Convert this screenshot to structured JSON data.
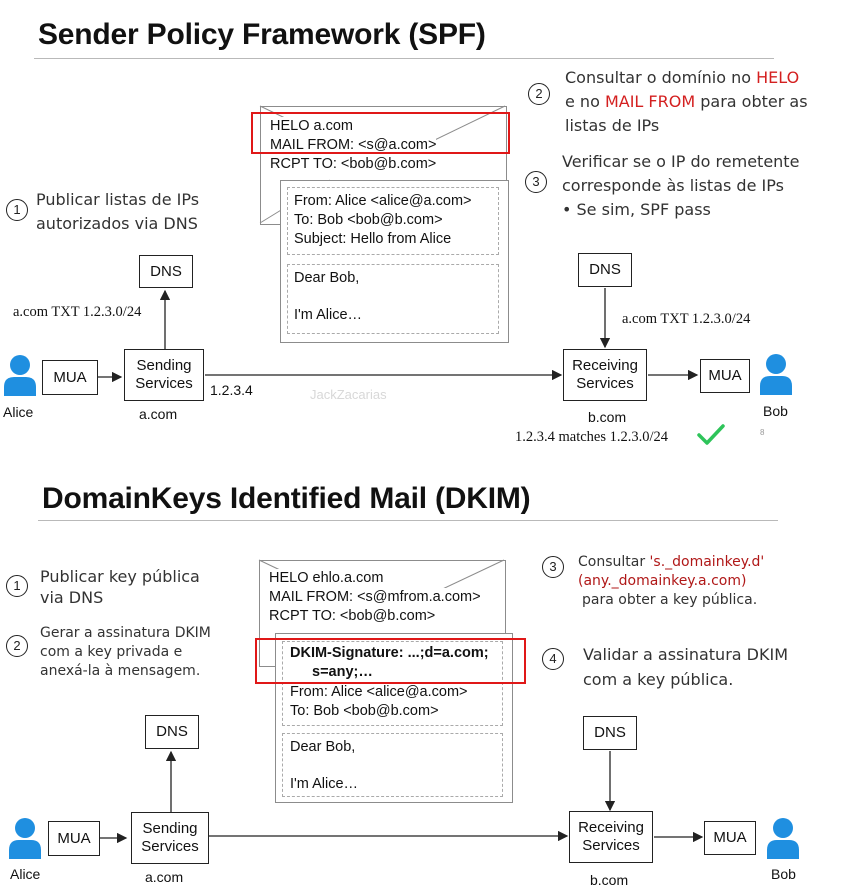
{
  "spf": {
    "title": "Sender Policy Framework (SPF)",
    "step1": {
      "num": "1",
      "line1": "Publicar listas de IPs",
      "line2": "autorizados via DNS"
    },
    "step2": {
      "num": "2",
      "l1_pre": "Consultar o domínio no ",
      "l1_red": "HELO",
      "l2_pre": "e no ",
      "l2_red": "MAIL FROM",
      "l2_post": " para obter as",
      "l3": "listas de IPs"
    },
    "step3": {
      "num": "3",
      "line1": "Verificar se o IP do remetente",
      "line2": "corresponde às listas de IPs",
      "line3": "• Se sim, SPF pass"
    },
    "envelope": {
      "helo": "HELO a.com",
      "mail_from": "MAIL FROM: <s@a.com>",
      "rcpt_to": "RCPT TO: <bob@b.com>"
    },
    "message": {
      "from": "From:  Alice <alice@a.com>",
      "to": "To: Bob <bob@b.com>",
      "subject": "Subject: Hello from Alice",
      "body1": "Dear Bob,",
      "body2": "I'm Alice…"
    },
    "dns_left": "DNS",
    "dns_right": "DNS",
    "txt_left": "a.com TXT 1.2.3.0/24",
    "txt_right": "a.com TXT 1.2.3.0/24",
    "mua_left": "MUA",
    "mua_right": "MUA",
    "sending1": "Sending",
    "sending2": "Services",
    "receiving1": "Receiving",
    "receiving2": "Services",
    "ip": "1.2.3.4",
    "alice": "Alice",
    "bob": "Bob",
    "domain_left": "a.com",
    "domain_right": "b.com",
    "match": "1.2.3.4 matches 1.2.3.0/24",
    "watermark": "JackZacarias",
    "slide_num": "8"
  },
  "dkim": {
    "title": "DomainKeys Identified Mail (DKIM)",
    "step1": {
      "num": "1",
      "line1": "Publicar key pública",
      "line2": "via DNS"
    },
    "step2": {
      "num": "2",
      "line1": "Gerar a assinatura DKIM",
      "line2": "com a key privada e",
      "line3": "anexá-la à mensagem."
    },
    "step3": {
      "num": "3",
      "l1_pre": "Consultar ",
      "l1_red": "'s._domainkey.d'",
      "l2_red": "(any._domainkey.a.com)",
      "l3": "para obter a key pública."
    },
    "step4": {
      "num": "4",
      "line1": "Validar a assinatura DKIM",
      "line2": "com a key pública."
    },
    "envelope": {
      "helo": "HELO ehlo.a.com",
      "mail_from": "MAIL FROM: <s@mfrom.a.com>",
      "rcpt_to": "RCPT TO: <bob@b.com>"
    },
    "message": {
      "sig1": "DKIM-Signature: ...;d=a.com;",
      "sig2": "s=any;…",
      "from": "From:  Alice <alice@a.com>",
      "to": "To: Bob <bob@b.com>",
      "body1": "Dear Bob,",
      "body2": "I'm Alice…"
    },
    "dns_left": "DNS",
    "dns_right": "DNS",
    "mua_left": "MUA",
    "mua_right": "MUA",
    "sending1": "Sending",
    "sending2": "Services",
    "receiving1": "Receiving",
    "receiving2": "Services",
    "alice": "Alice",
    "bob": "Bob",
    "domain_left": "a.com",
    "domain_right": "b.com"
  },
  "colors": {
    "accent_blue": "#1f8fe0",
    "highlight_red": "#e01818",
    "check_green": "#2ec45a"
  },
  "icons": {
    "person": "person-icon",
    "check": "checkmark-icon"
  }
}
